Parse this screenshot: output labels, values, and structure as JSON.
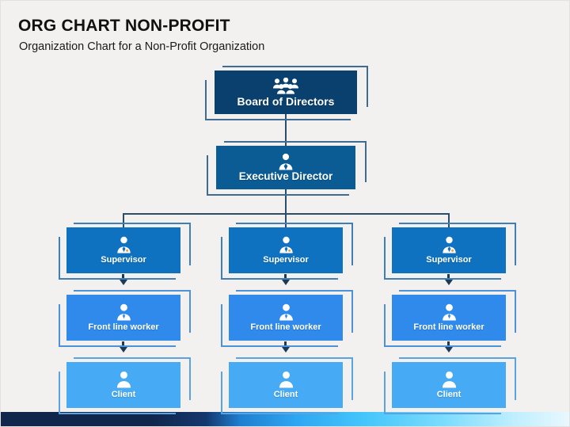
{
  "header": {
    "title": "ORG CHART NON-PROFIT",
    "subtitle": "Organization Chart for a Non-Profit Organization"
  },
  "colors": {
    "background": "#f2f1f0",
    "board": "#0a406e",
    "executive": "#0b5b94",
    "supervisor": "#0e72c0",
    "frontline": "#2f8aec",
    "client": "#46aaf5",
    "connector": "#2b4f6b",
    "arrow": "#1b3a56",
    "title_text": "#111111"
  },
  "chart_data": {
    "type": "diagram",
    "title": "ORG CHART NON-PROFIT",
    "subtitle": "Organization Chart for a Non-Profit Organization",
    "levels": [
      "Board of Directors",
      "Executive Director",
      "Supervisor",
      "Front line worker",
      "Client"
    ],
    "nodes": [
      {
        "id": "board",
        "label": "Board of Directors",
        "level": 0,
        "icon": "team-group-icon",
        "color": "#0a406e"
      },
      {
        "id": "executive",
        "label": "Executive Director",
        "level": 1,
        "icon": "person-suit-icon",
        "color": "#0b5b94"
      },
      {
        "id": "sup1",
        "label": "Supervisor",
        "level": 2,
        "icon": "person-badge-icon",
        "color": "#0e72c0"
      },
      {
        "id": "sup2",
        "label": "Supervisor",
        "level": 2,
        "icon": "person-badge-icon",
        "color": "#0e72c0"
      },
      {
        "id": "sup3",
        "label": "Supervisor",
        "level": 2,
        "icon": "person-badge-icon",
        "color": "#0e72c0"
      },
      {
        "id": "flw1",
        "label": "Front line worker",
        "level": 3,
        "icon": "person-icon",
        "color": "#2f8aec"
      },
      {
        "id": "flw2",
        "label": "Front line worker",
        "level": 3,
        "icon": "person-icon",
        "color": "#2f8aec"
      },
      {
        "id": "flw3",
        "label": "Front line worker",
        "level": 3,
        "icon": "person-icon",
        "color": "#2f8aec"
      },
      {
        "id": "cli1",
        "label": "Client",
        "level": 4,
        "icon": "person-plain-icon",
        "color": "#46aaf5"
      },
      {
        "id": "cli2",
        "label": "Client",
        "level": 4,
        "icon": "person-plain-icon",
        "color": "#46aaf5"
      },
      {
        "id": "cli3",
        "label": "Client",
        "level": 4,
        "icon": "person-plain-icon",
        "color": "#46aaf5"
      }
    ],
    "edges": [
      {
        "from": "board",
        "to": "executive",
        "style": "line"
      },
      {
        "from": "executive",
        "to": "sup1",
        "style": "line"
      },
      {
        "from": "executive",
        "to": "sup2",
        "style": "line"
      },
      {
        "from": "executive",
        "to": "sup3",
        "style": "line"
      },
      {
        "from": "sup1",
        "to": "flw1",
        "style": "arrow"
      },
      {
        "from": "sup2",
        "to": "flw2",
        "style": "arrow"
      },
      {
        "from": "sup3",
        "to": "flw3",
        "style": "arrow"
      },
      {
        "from": "flw1",
        "to": "cli1",
        "style": "arrow"
      },
      {
        "from": "flw2",
        "to": "cli2",
        "style": "arrow"
      },
      {
        "from": "flw3",
        "to": "cli3",
        "style": "arrow"
      }
    ]
  }
}
